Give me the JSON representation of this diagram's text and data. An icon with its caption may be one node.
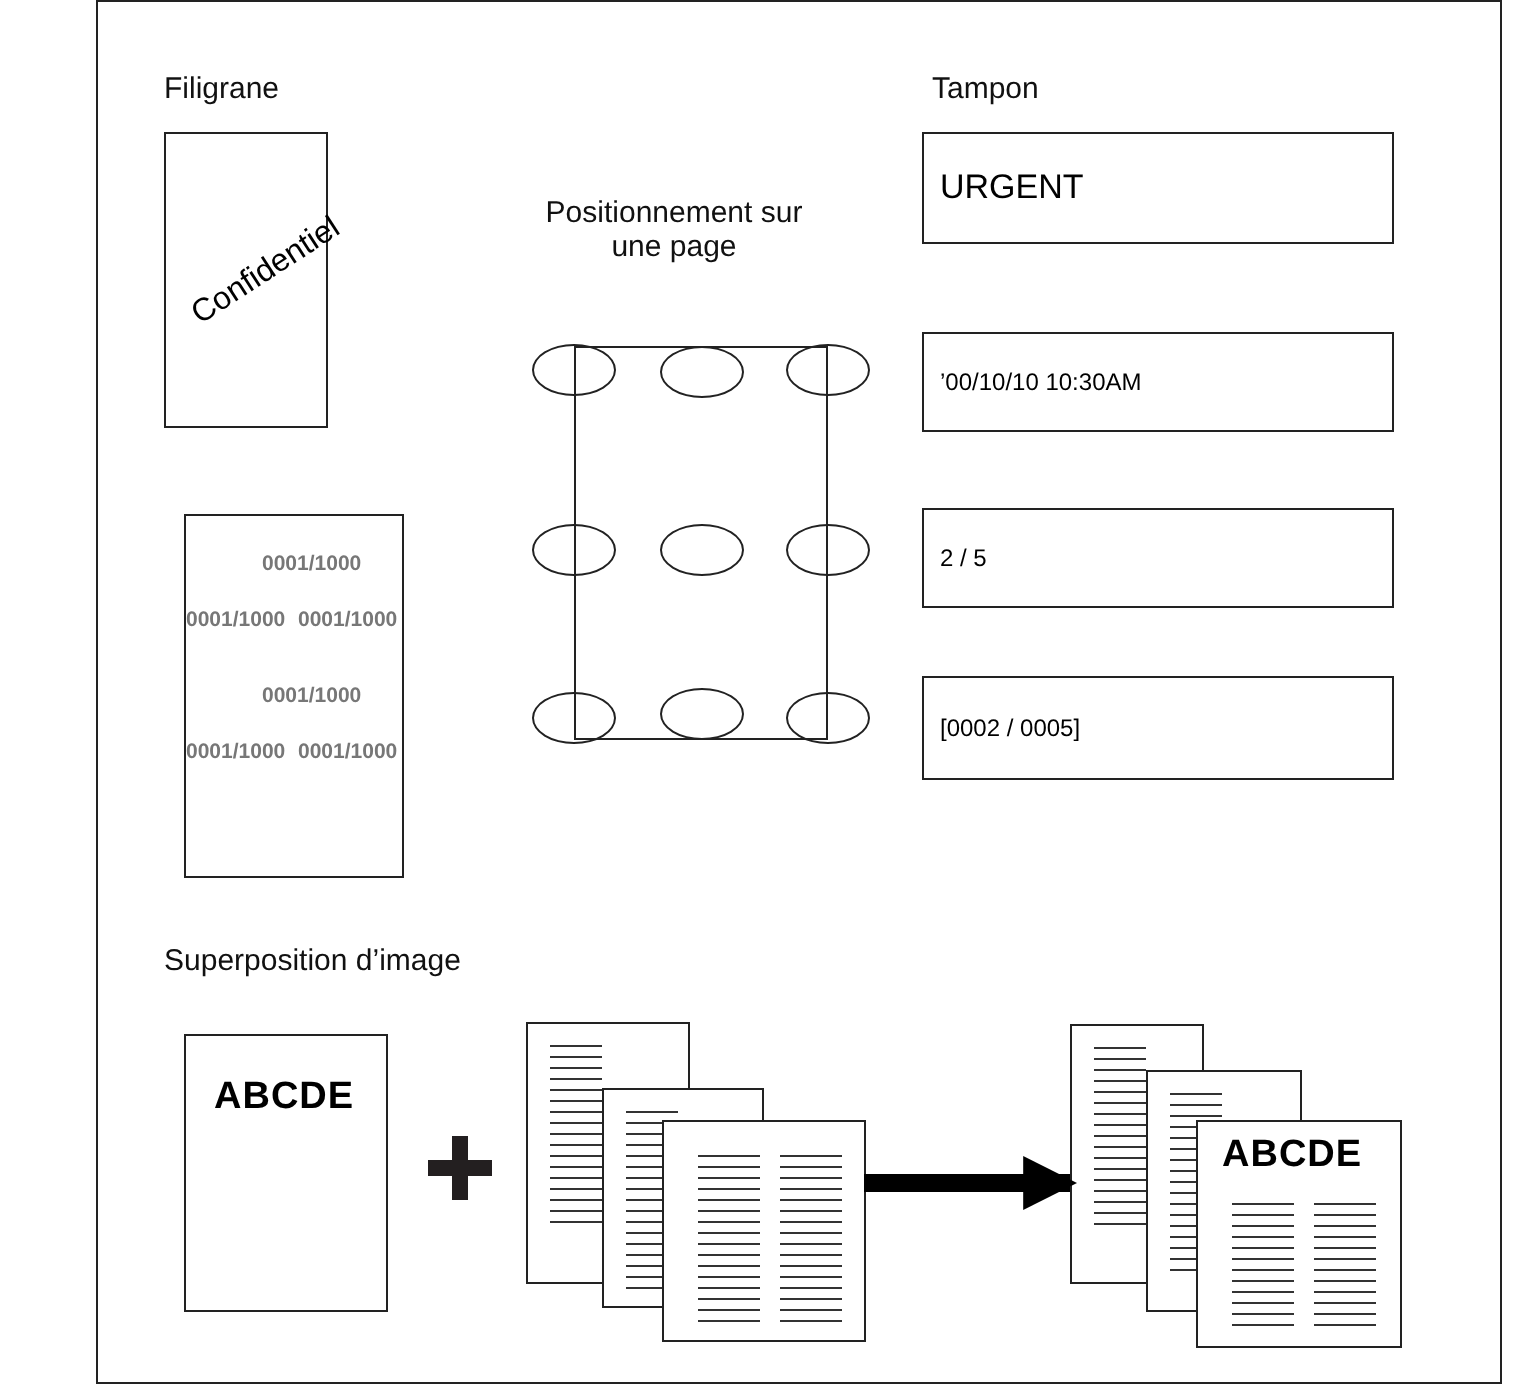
{
  "diagram": {
    "nodes": [
      {
        "text": [
          "Confidentiel"
        ]
      },
      {
        "text": [
          "0001/1000",
          "0001/1000",
          "0001/1000",
          "0001/1000",
          "0001/1000",
          "0001/1000"
        ]
      },
      {
        "text": [],
        "shape": "box"
      },
      {
        "text": [],
        "shape": "circle"
      },
      {
        "text": [],
        "shape": "circle",
        "in": 2
      },
      {
        "text": [],
        "shape": "circle"
      },
      {
        "text": [],
        "shape": "circle"
      },
      {
        "text": [],
        "shape": "circle",
        "in": 2
      },
      {
        "text": [],
        "shape": "circle"
      },
      {
        "text": [],
        "shape": "circle"
      },
      {
        "text": [],
        "shape": "circle",
        "in": 2
      },
      {
        "text": [],
        "shape": "circle"
      },
      {
        "text": [
          "URGENT"
        ]
      },
      {
        "text": [
          "’00/10/10 10:30AM"
        ]
      },
      {
        "text": [
          "2 / 5"
        ]
      },
      {
        "text": [
          "[0002 / 0005]"
        ]
      },
      {
        "text": [
          "ABCDE"
        ]
      },
      {
        "text": [],
        "shape": "picture"
      },
      {
        "text": [
          "ABCDE"
        ]
      }
    ],
    "edges": [
      {
        "from": 17,
        "to": 18,
        "arrow": "to"
      }
    ],
    "labels": [
      "Filigrane",
      "Tampon",
      "Positionnement sur une page",
      "Superposition d’image"
    ]
  }
}
